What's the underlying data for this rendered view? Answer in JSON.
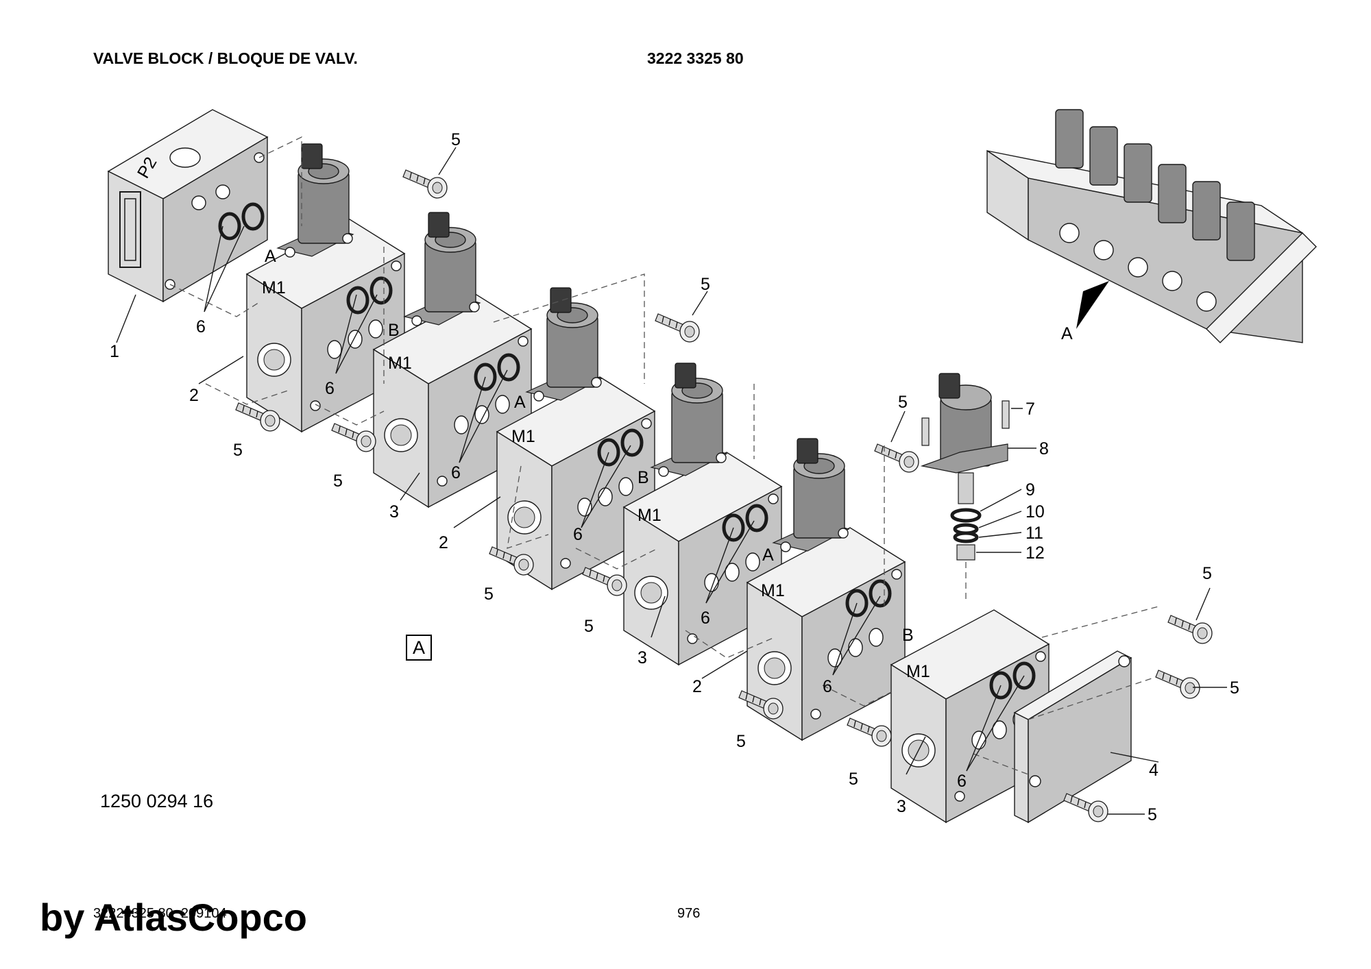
{
  "header": {
    "title": "VALVE BLOCK / BLOQUE DE VALV.",
    "part_number": "3222 3325 80"
  },
  "callouts": {
    "c1": "1",
    "c2": "2",
    "c3": "3",
    "c4": "4",
    "c5": "5",
    "c6": "6",
    "c7": "7",
    "c8": "8",
    "c9": "9",
    "c10": "10",
    "c11": "11",
    "c12": "12"
  },
  "face_marks": {
    "p2": "P2",
    "a": "A",
    "b": "B",
    "m1": "M1"
  },
  "detail_label": "A",
  "inset_arrow_label": "A",
  "footer": {
    "drawing_number": "1250 0294 16",
    "reference_code": "32223325 80_209104",
    "page_number": "976",
    "watermark": "by AtlasCopco"
  }
}
